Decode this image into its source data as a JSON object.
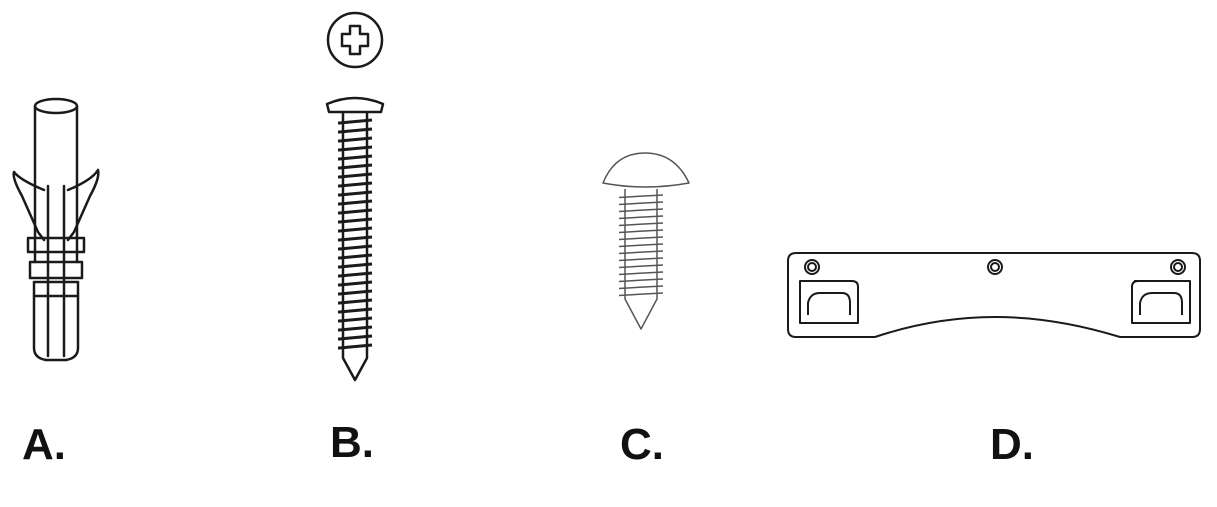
{
  "parts": [
    {
      "id": "A",
      "label": "A.",
      "icon": "wall-anchor-plug-icon"
    },
    {
      "id": "B",
      "label": "B.",
      "icon": "long-phillips-screw-icon"
    },
    {
      "id": "C",
      "label": "C.",
      "icon": "short-truss-head-screw-icon"
    },
    {
      "id": "D",
      "label": "D.",
      "icon": "wall-mount-bracket-icon"
    }
  ],
  "colors": {
    "line": "#1a1a1a",
    "background": "#ffffff",
    "screw_c_line": "#555555"
  }
}
